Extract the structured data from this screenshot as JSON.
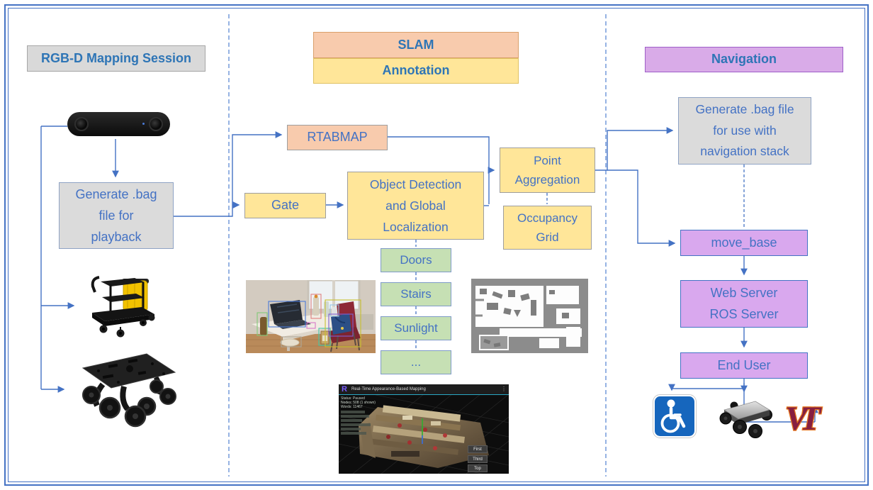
{
  "colors": {
    "accent_line": "#4472C4",
    "header_text": "#2E75B6",
    "body_text": "#4472C4",
    "gray_fill": "#DBDBDB",
    "peach_fill": "#F8CBAD",
    "yellow_fill": "#FFE699",
    "green_fill": "#C6E0B4",
    "purple_fill": "#D9A8EE",
    "nav_border": "#9E5FC8",
    "vt_maroon": "#861F41",
    "vt_orange": "#E5751F",
    "wheelchair_blue": "#1666BD"
  },
  "left": {
    "title": "RGB-D Mapping Session",
    "generate_bag": {
      "lines": [
        "Generate .bag",
        "file for",
        "playback"
      ]
    },
    "images": {
      "camera": "zed-stereo-camera",
      "cart": "janitor-cart",
      "chassis": "six-wheel-robot-chassis"
    }
  },
  "middle": {
    "header": {
      "slam": "SLAM",
      "annotation": "Annotation"
    },
    "rtabmap": "RTABMAP",
    "gate": "Gate",
    "object_detection": {
      "lines": [
        "Object Detection",
        "and Global",
        "Localization"
      ]
    },
    "point_aggregation": {
      "lines": [
        "Point",
        "Aggregation"
      ]
    },
    "occupancy_grid": {
      "lines": [
        "Occupancy",
        "Grid"
      ]
    },
    "annotations": [
      "Doors",
      "Stairs",
      "Sunlight",
      "..."
    ],
    "rtabmap_screenshot": {
      "logo": "R",
      "title": "Real-Time Appearance-Based Mapping",
      "menu_icon": "⋮",
      "status_lines": [
        "Status: Paused",
        "Nodes: 508 (1 shown)",
        "Words: 11467"
      ],
      "buttons": [
        "First",
        "Third",
        "Top"
      ]
    }
  },
  "right": {
    "title": "Navigation",
    "generate_bag_nav": {
      "lines": [
        "Generate .bag file",
        "for use with",
        "navigation stack"
      ]
    },
    "move_base": "move_base",
    "web_server": {
      "lines": [
        "Web Server",
        "ROS Server"
      ]
    },
    "end_user": "End User",
    "vt_logo": "VT"
  }
}
